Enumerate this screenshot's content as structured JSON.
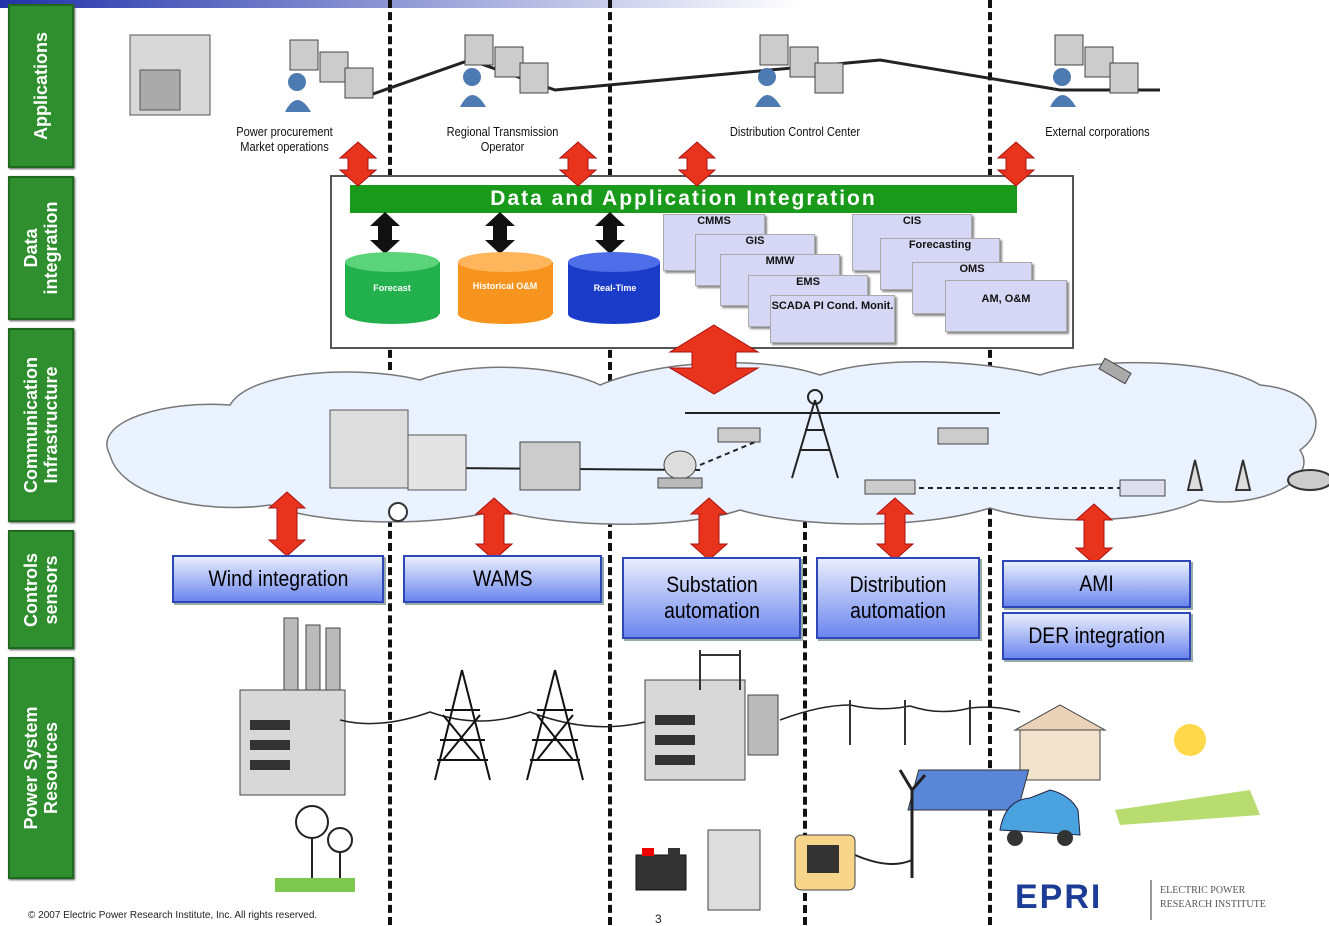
{
  "layers": [
    "Applications",
    "Data integration",
    "Communication Infrastructure",
    "Controls sensors",
    "Power System Resources"
  ],
  "applications": {
    "power_procurement": "Power procurement",
    "market_operations": "Market operations",
    "regional_transmission": "Regional Transmission",
    "operator": "Operator",
    "distribution_control": "Distribution Control Center",
    "external": "External corporations"
  },
  "integration": {
    "bar_title": "Data and Application   Integration",
    "databases": [
      "Forecast",
      "Historical O&M",
      "Real-Time"
    ],
    "cards_left": [
      "CMMS",
      "GIS",
      "MMW",
      "EMS",
      "SCADA PI Cond. Monit."
    ],
    "cards_right": [
      "CIS",
      "Forecasting",
      "OMS",
      "AM, O&M"
    ]
  },
  "controls": {
    "wind": "Wind integration",
    "wams": "WAMS",
    "substation": "Substation automation",
    "distribution": "Distribution automation",
    "ami": "AMI",
    "der": "DER integration"
  },
  "footer": {
    "copyright": "© 2007 Electric Power Research Institute, Inc. All rights reserved.",
    "page_number": "3",
    "logo_text": "EPRI",
    "logo_sub1": "ELECTRIC POWER",
    "logo_sub2": "RESEARCH INSTITUTE"
  },
  "colors": {
    "layer_green": "#2f8f2f",
    "bar_green": "#1a9a1a",
    "arrow_red": "#e8341c",
    "box_blue": "#6b86ee",
    "cloud": "#e8f0ff"
  }
}
